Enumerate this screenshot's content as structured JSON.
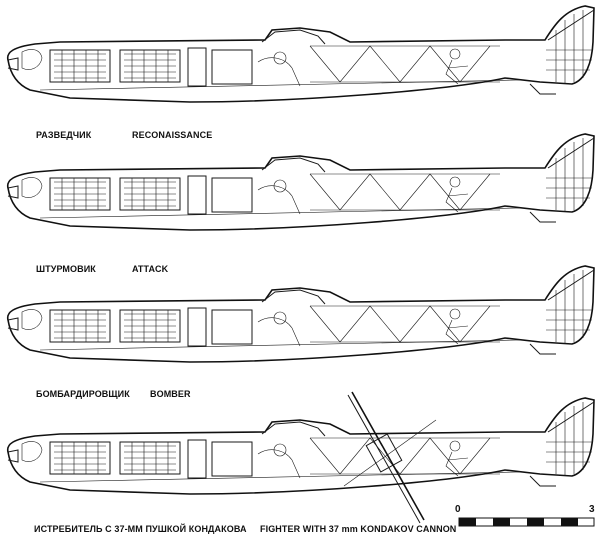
{
  "variants": [
    {
      "label_ru": "РАЗВЕДЧИК",
      "label_en": "RECONAISSANCE"
    },
    {
      "label_ru": "ШТУРМОВИК",
      "label_en": "ATTACK"
    },
    {
      "label_ru": "БОМБАРДИРОВЩИК",
      "label_en": "BOMBER"
    },
    {
      "label_ru": "ИСТРЕБИТЕЛЬ С 37-ММ ПУШКОЙ КОНДАКОВА",
      "label_en": "FIGHTER WITH 37 mm KONDAKOV CANNON"
    }
  ],
  "scale": {
    "start": "0",
    "end": "3"
  }
}
